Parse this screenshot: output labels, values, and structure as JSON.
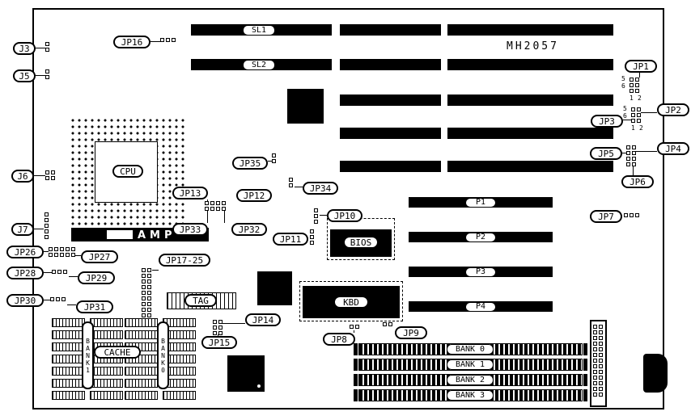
{
  "board": {
    "part_number": "MH2057"
  },
  "labels": {
    "j3": "J3",
    "j5": "J5",
    "j6": "J6",
    "j7": "J7",
    "jp1": "JP1",
    "jp2": "JP2",
    "jp3": "JP3",
    "jp4": "JP4",
    "jp5": "JP5",
    "jp6": "JP6",
    "jp7": "JP7",
    "jp8": "JP8",
    "jp9": "JP9",
    "jp10": "JP10",
    "jp11": "JP11",
    "jp12": "JP12",
    "jp13": "JP13",
    "jp14": "JP14",
    "jp15": "JP15",
    "jp16": "JP16",
    "jp17_25": "JP17-25",
    "jp26": "JP26",
    "jp27": "JP27",
    "jp28": "JP28",
    "jp29": "JP29",
    "jp30": "JP30",
    "jp31": "JP31",
    "jp32": "JP32",
    "jp33": "JP33",
    "jp34": "JP34",
    "jp35": "JP35",
    "sl1": "SL1",
    "sl2": "SL2",
    "p1": "P1",
    "p2": "P2",
    "p3": "P3",
    "p4": "P4",
    "cpu": "CPU",
    "amp": "AMP",
    "bios": "BIOS",
    "kbd": "KBD",
    "tag": "TAG",
    "cache": "CACHE",
    "cache_bank1": "BANK1",
    "cache_bank0": "BANK0",
    "simm_bank0": "BANK 0",
    "simm_bank1": "BANK 1",
    "simm_bank2": "BANK 2",
    "simm_bank3": "BANK 3"
  },
  "pin_numbers": {
    "n5": "5",
    "n6": "6",
    "n1": "1",
    "n2": "2"
  }
}
